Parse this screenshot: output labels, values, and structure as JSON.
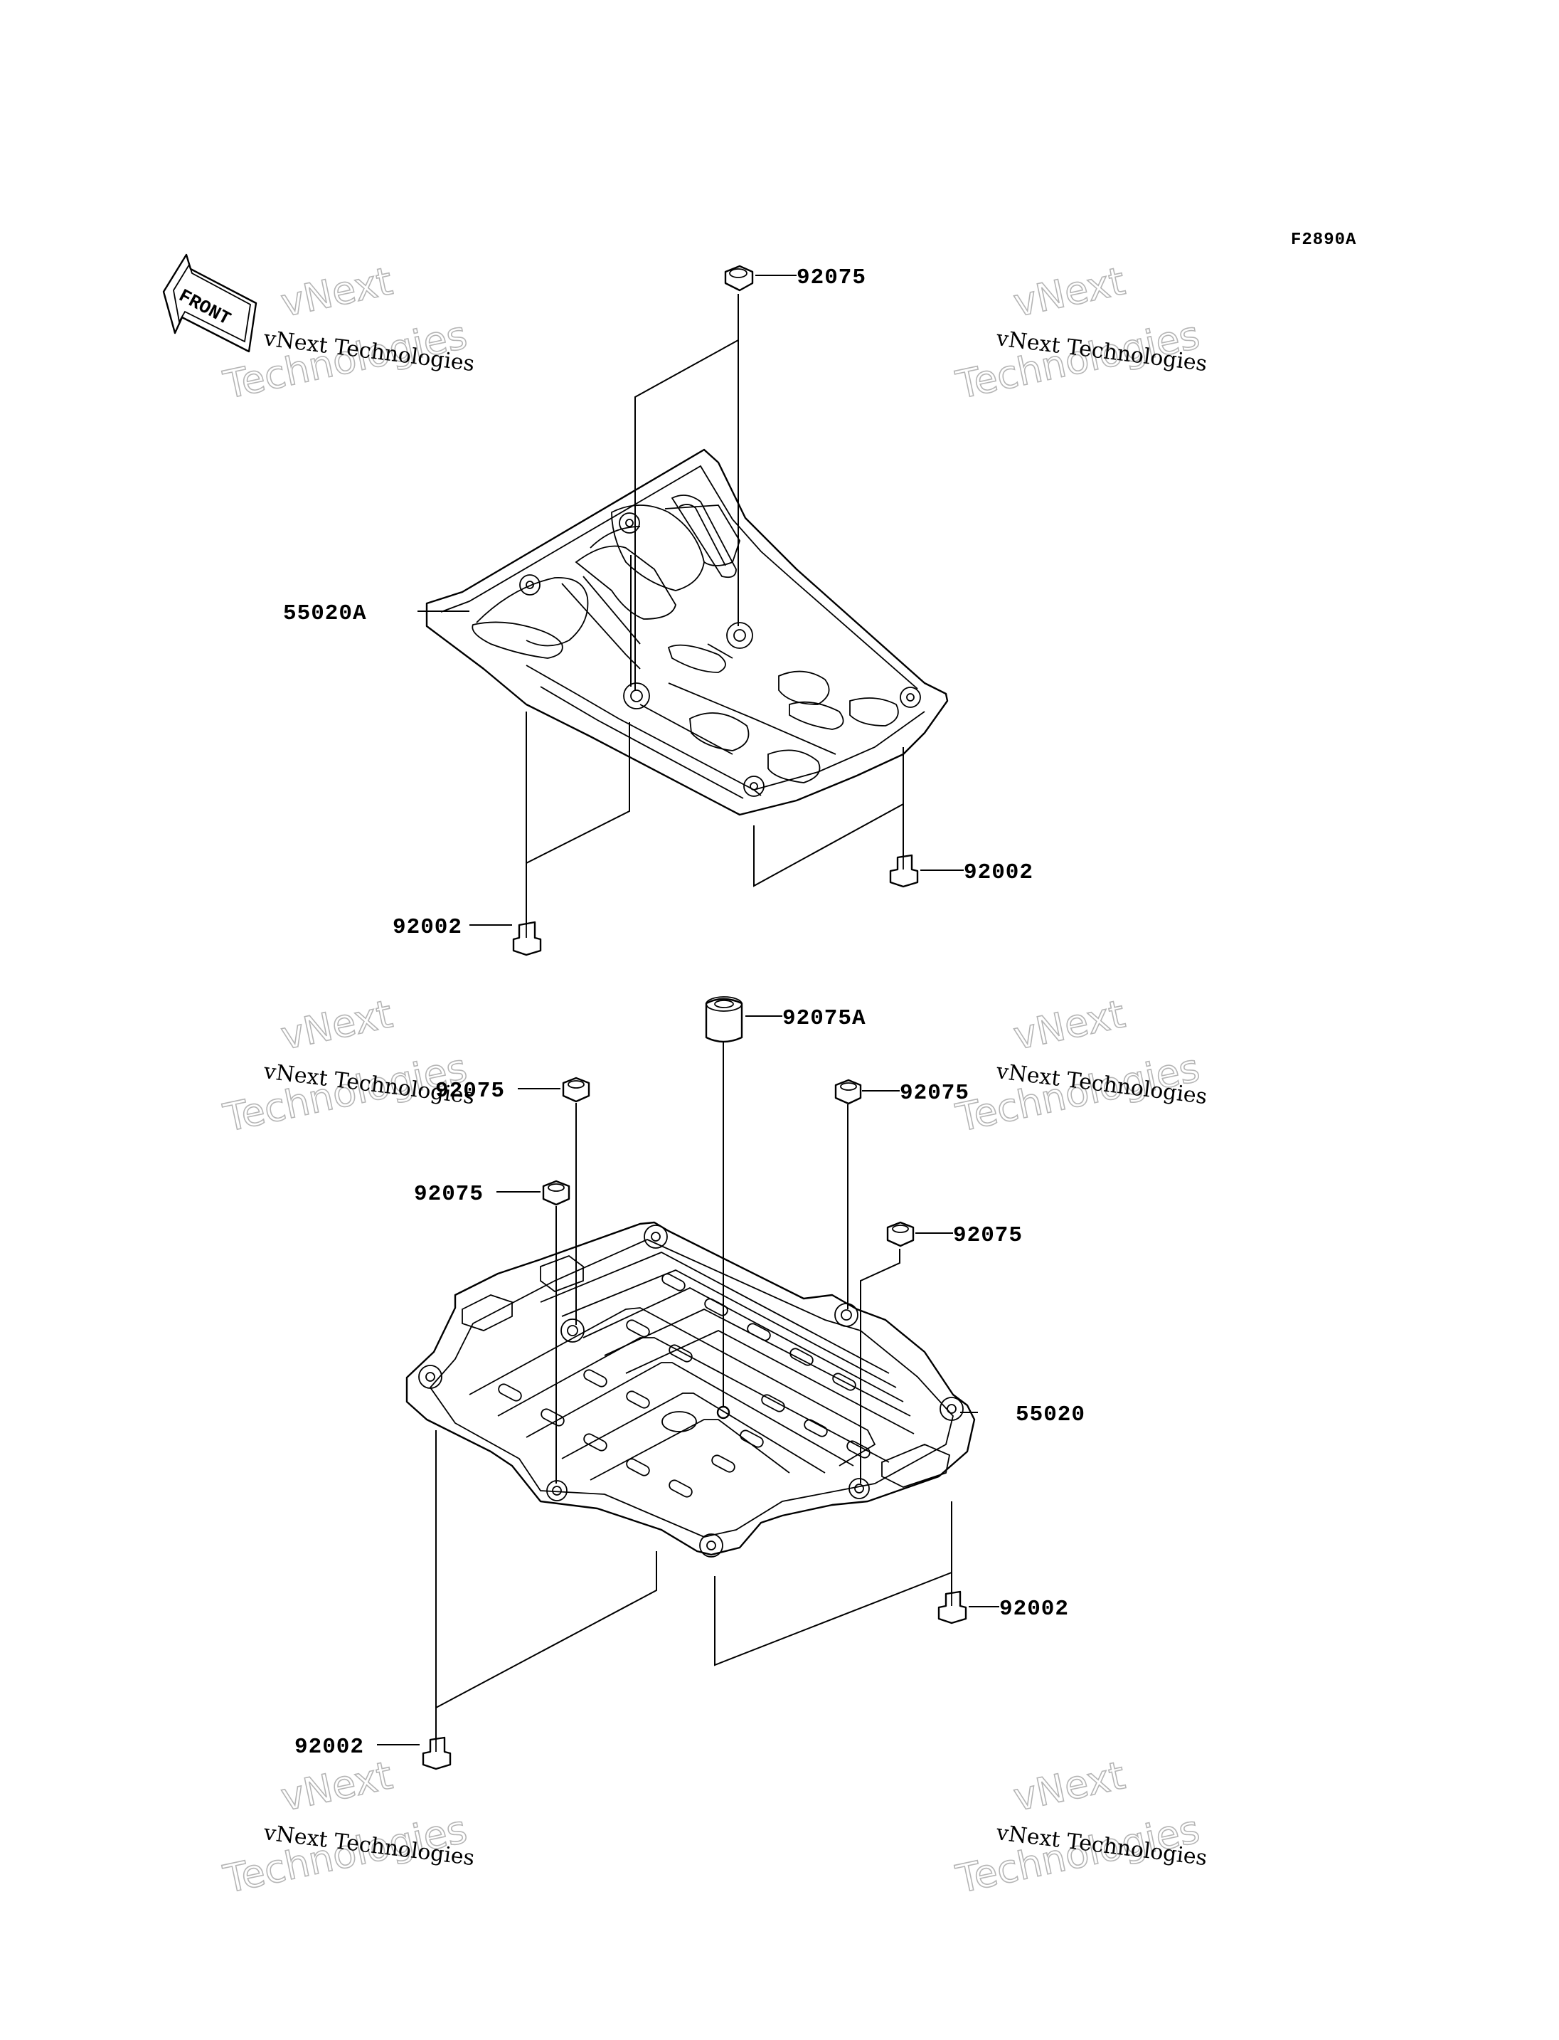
{
  "figure_code": "F2890A",
  "front_label": "FRONT",
  "watermark": {
    "line1": "vNext Technologies",
    "line2": "vNext",
    "line3": "Technologies"
  },
  "callouts": {
    "upper_nut": "92075",
    "upper_plate": "55020A",
    "upper_bolt_left": "92002",
    "upper_bolt_right": "92002",
    "lower_collar": "92075A",
    "lower_nut_1": "92075",
    "lower_nut_2": "92075",
    "lower_nut_3": "92075",
    "lower_nut_4": "92075",
    "lower_plate": "55020",
    "lower_bolt_right": "92002",
    "lower_bolt_left": "92002"
  }
}
